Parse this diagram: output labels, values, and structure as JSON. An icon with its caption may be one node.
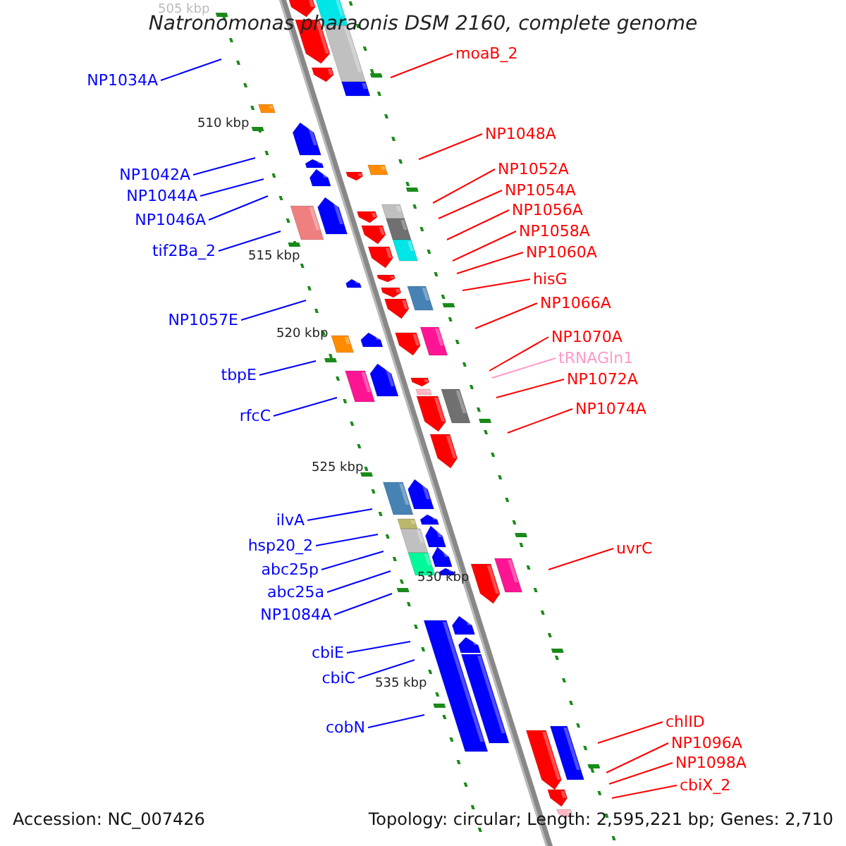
{
  "diagram": {
    "title": "Natronomonas pharaonis DSM 2160, complete genome",
    "nodes": [
      {
        "text": [
          "moaB_2"
        ]
      },
      {
        "text": [
          "NP1034A"
        ]
      },
      {
        "text": [
          "NP1048A"
        ]
      },
      {
        "text": [
          "NP1052A"
        ]
      },
      {
        "text": [
          "NP1042A"
        ]
      },
      {
        "text": [
          "NP1054A"
        ]
      },
      {
        "text": [
          "NP1044A"
        ]
      },
      {
        "text": [
          "NP1056A"
        ]
      },
      {
        "text": [
          "NP1046A"
        ]
      },
      {
        "text": [
          "NP1058A"
        ]
      },
      {
        "text": [
          "tif2Ba_2"
        ]
      },
      {
        "text": [
          "NP1060A"
        ]
      },
      {
        "text": [
          "hisG"
        ]
      },
      {
        "text": [
          "NP1066A"
        ]
      },
      {
        "text": [
          "NP1057E"
        ]
      },
      {
        "text": [
          "NP1070A"
        ]
      },
      {
        "text": [
          "tRNAGln1"
        ]
      },
      {
        "text": [
          "tbpE"
        ]
      },
      {
        "text": [
          "NP1072A"
        ]
      },
      {
        "text": [
          "NP1074A"
        ]
      },
      {
        "text": [
          "rfcC"
        ]
      },
      {
        "text": [
          "ilvA"
        ]
      },
      {
        "text": [
          "hsp20_2"
        ]
      },
      {
        "text": [
          "uvrC"
        ]
      },
      {
        "text": [
          "abc25p"
        ]
      },
      {
        "text": [
          "abc25a"
        ]
      },
      {
        "text": [
          "NP1084A"
        ]
      },
      {
        "text": [
          "cbiE"
        ]
      },
      {
        "text": [
          "cbiC"
        ]
      },
      {
        "text": [
          "chlID"
        ]
      },
      {
        "text": [
          "cobN"
        ]
      },
      {
        "text": [
          "NP1096A"
        ]
      },
      {
        "text": [
          "NP1098A"
        ]
      },
      {
        "text": [
          "cbiX_2"
        ]
      }
    ],
    "edges": [
      {
        "from": 0,
        "to": null,
        "arrow": "none"
      },
      {
        "from": 1,
        "to": null,
        "arrow": "none",
        "color": "#0000ff"
      },
      {
        "from": 2,
        "to": null,
        "arrow": "none"
      },
      {
        "from": 3,
        "to": null,
        "arrow": "none"
      },
      {
        "from": 4,
        "to": null,
        "arrow": "none",
        "color": "#0000ff"
      },
      {
        "from": 5,
        "to": null,
        "arrow": "none"
      },
      {
        "from": 6,
        "to": null,
        "arrow": "none",
        "color": "#0000ff"
      },
      {
        "from": 7,
        "to": null,
        "arrow": "none"
      },
      {
        "from": 8,
        "to": null,
        "arrow": "none",
        "color": "#0000ff"
      },
      {
        "from": 9,
        "to": null,
        "arrow": "none"
      },
      {
        "from": 10,
        "to": null,
        "arrow": "none",
        "color": "#0000ff"
      },
      {
        "from": 11,
        "to": null,
        "arrow": "none"
      },
      {
        "from": 12,
        "to": null,
        "arrow": "none"
      },
      {
        "from": 13,
        "to": null,
        "arrow": "none"
      },
      {
        "from": 14,
        "to": null,
        "arrow": "none",
        "color": "#0000ff"
      },
      {
        "from": 15,
        "to": null,
        "arrow": "none"
      },
      {
        "from": 16,
        "to": null,
        "arrow": "none",
        "color": "#ff99cc"
      },
      {
        "from": 17,
        "to": null,
        "arrow": "none",
        "color": "#0000ff"
      },
      {
        "from": 18,
        "to": null,
        "arrow": "none"
      },
      {
        "from": 19,
        "to": null,
        "arrow": "none"
      },
      {
        "from": 20,
        "to": null,
        "arrow": "none",
        "color": "#0000ff"
      },
      {
        "from": 21,
        "to": null,
        "arrow": "none",
        "color": "#0000ff"
      },
      {
        "from": 22,
        "to": null,
        "arrow": "none",
        "color": "#0000ff"
      },
      {
        "from": 23,
        "to": null,
        "arrow": "none"
      },
      {
        "from": 24,
        "to": null,
        "arrow": "none",
        "color": "#0000ff"
      },
      {
        "from": 25,
        "to": null,
        "arrow": "none",
        "color": "#0000ff"
      },
      {
        "from": 26,
        "to": null,
        "arrow": "none",
        "color": "#0000ff"
      },
      {
        "from": 27,
        "to": null,
        "arrow": "none",
        "color": "#0000ff"
      },
      {
        "from": 28,
        "to": null,
        "arrow": "none",
        "color": "#0000ff"
      },
      {
        "from": 29,
        "to": null,
        "arrow": "none"
      },
      {
        "from": 30,
        "to": null,
        "arrow": "none",
        "color": "#0000ff"
      },
      {
        "from": 31,
        "to": null,
        "arrow": "none"
      },
      {
        "from": 32,
        "to": null,
        "arrow": "none"
      },
      {
        "from": 33,
        "to": null,
        "arrow": "none"
      }
    ],
    "labels": [
      "505 kbp",
      "510 kbp",
      "515 kbp",
      "520 kbp",
      "525 kbp",
      "530 kbp",
      "535 kbp",
      "Accession: NC_007426",
      "Topology: circular; Length: 2,595,221 bp; Genes: 2,710"
    ]
  }
}
